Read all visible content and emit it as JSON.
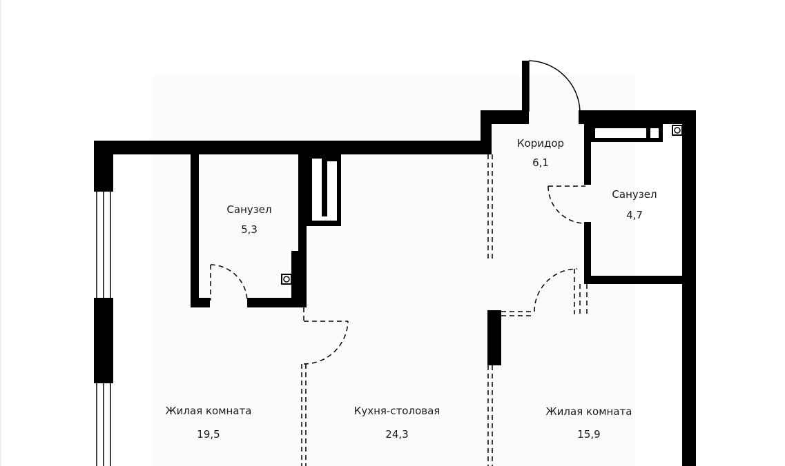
{
  "rooms": {
    "corridor": {
      "name": "Коридор",
      "area": "6,1"
    },
    "bath_left": {
      "name": "Санузел",
      "area": "5,3"
    },
    "bath_right": {
      "name": "Санузел",
      "area": "4,7"
    },
    "living_left": {
      "name": "Жилая комната",
      "area": "19,5"
    },
    "kitchen": {
      "name": "Кухня-столовая",
      "area": "24,3"
    },
    "living_right": {
      "name": "Жилая комната",
      "area": "15,9"
    }
  },
  "colors": {
    "wall": "#000000",
    "background": "#ffffff",
    "floor": "#fbfbfc",
    "text": "#1a1a1a"
  }
}
